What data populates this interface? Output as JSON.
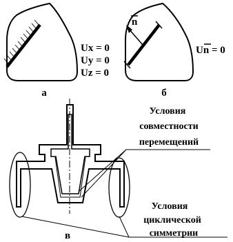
{
  "panel_a": {
    "label": "а",
    "conditions": [
      "Ux = 0",
      "Uy = 0",
      "Uz = 0"
    ]
  },
  "panel_b": {
    "label": "б",
    "normal_symbol": "n",
    "condition_prefix": "U",
    "condition_subscript": "n",
    "condition_suffix": " = 0"
  },
  "panel_c": {
    "label": "в",
    "compatibility_lines": [
      "Условия",
      "совместности",
      "перемещений"
    ],
    "cyclic_lines": [
      "Условия",
      "циклической",
      "симметрии"
    ]
  }
}
